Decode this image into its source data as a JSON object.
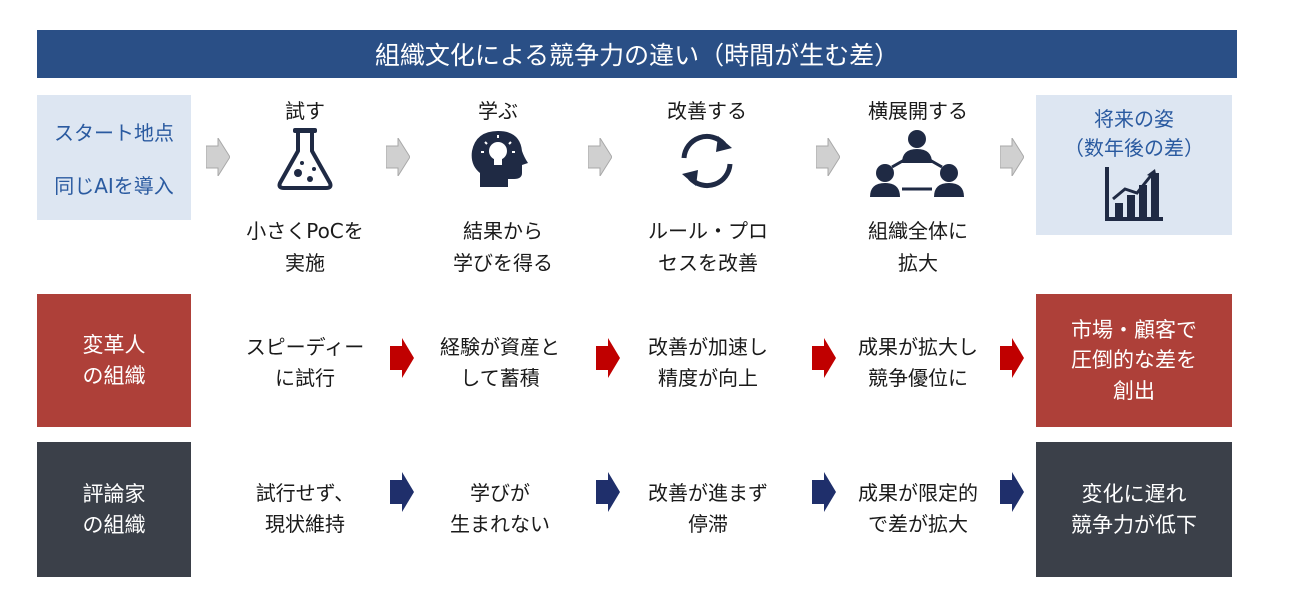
{
  "title": "組織文化による競争力の違い（時間が生む差）",
  "start": {
    "line1": "スタート地点",
    "line2": "同じAIを導入"
  },
  "future": {
    "line1": "将来の姿",
    "line2": "（数年後の差）"
  },
  "steps": [
    {
      "label": "試す",
      "desc1": "小さくPoCを",
      "desc2": "実施"
    },
    {
      "label": "学ぶ",
      "desc1": "結果から",
      "desc2": "学びを得る"
    },
    {
      "label": "改善する",
      "desc1": "ルール・プロ",
      "desc2": "セスを改善"
    },
    {
      "label": "横展開する",
      "desc1": "組織全体に",
      "desc2": "拡大"
    }
  ],
  "transformer": {
    "label1": "変革人",
    "label2": "の組織",
    "cells": [
      {
        "l1": "スピーディー",
        "l2": "に試行"
      },
      {
        "l1": "経験が資産と",
        "l2": "して蓄積"
      },
      {
        "l1": "改善が加速し",
        "l2": "精度が向上"
      },
      {
        "l1": "成果が拡大し",
        "l2": "競争優位に"
      }
    ],
    "outcome1": "市場・顧客で",
    "outcome2": "圧倒的な差を",
    "outcome3": "創出"
  },
  "critic": {
    "label1": "評論家",
    "label2": "の組織",
    "cells": [
      {
        "l1": "試行せず、",
        "l2": "現状維持"
      },
      {
        "l1": "学びが",
        "l2": "生まれない"
      },
      {
        "l1": "改善が進まず",
        "l2": "停滞"
      },
      {
        "l1": "成果が限定的",
        "l2": "で差が拡大"
      }
    ],
    "outcome1": "変化に遅れ",
    "outcome2": "競争力が低下"
  },
  "colors": {
    "title_bg": "#2a4f86",
    "light_bg": "#dde6f2",
    "red": "#ae4039",
    "dark": "#3b4049",
    "red_arrow": "#c00000",
    "navy_arrow": "#1f2f6b",
    "grey_arrow": "#d0d0d0"
  },
  "icons": [
    "flask-icon",
    "head-bulb-icon",
    "cycle-icon",
    "network-people-icon",
    "growth-chart-icon"
  ]
}
